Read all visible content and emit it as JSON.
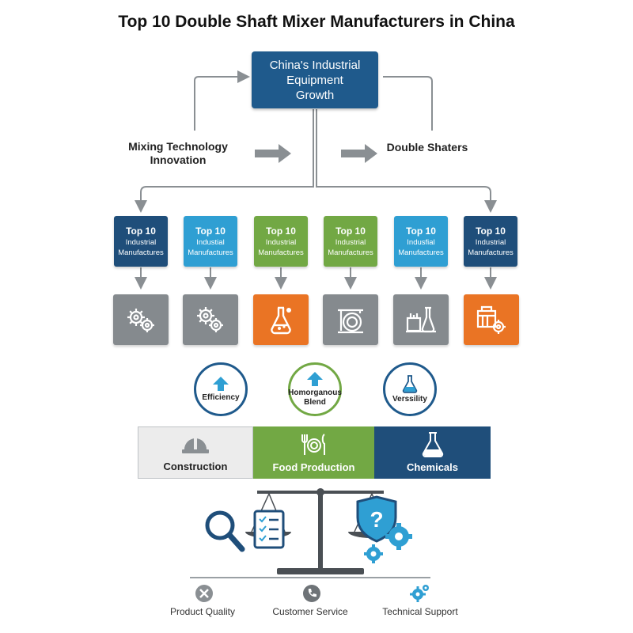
{
  "title": "Top 10 Double Shaft Mixer Manufacturers in China",
  "top_node": {
    "lines": [
      "China's Industrial",
      "Equipment",
      "Growth"
    ]
  },
  "left_label": {
    "lines": [
      "Mixing Technology",
      "Innovation"
    ]
  },
  "right_label": "Double Shaters",
  "categories": [
    {
      "line1": "Top 10",
      "line2": "Industrial",
      "line3": "Manufactures",
      "color": "#1f4e7a",
      "icon": "gears-icon",
      "icon_bg": "#858a8e"
    },
    {
      "line1": "Top 10",
      "line2": "Industial",
      "line3": "Manufactures",
      "color": "#2f9fd3",
      "icon": "gears-icon",
      "icon_bg": "#858a8e"
    },
    {
      "line1": "Top 10",
      "line2": "Industrial",
      "line3": "Manufactures",
      "color": "#72a844",
      "icon": "flask-icon",
      "icon_bg": "#ea7424"
    },
    {
      "line1": "Top 10",
      "line2": "Industrial",
      "line3": "Manufactures",
      "color": "#72a844",
      "icon": "mixer-drum-icon",
      "icon_bg": "#858a8e"
    },
    {
      "line1": "Top 10",
      "line2": "Indusfial",
      "line3": "Manufactures",
      "color": "#2f9fd3",
      "icon": "lab-equipment-icon",
      "icon_bg": "#858a8e"
    },
    {
      "line1": "Top 10",
      "line2": "Industrial",
      "line3": "Manufactures",
      "color": "#1f4e7a",
      "icon": "factory-gear-icon",
      "icon_bg": "#ea7424"
    }
  ],
  "benefits": [
    {
      "label": "Efficiency",
      "icon": "up-arrow-icon"
    },
    {
      "label_lines": [
        "Homorganous",
        "Blend"
      ],
      "icon": "up-arrow-icon"
    },
    {
      "label": "Verssility",
      "icon": "flask-icon"
    }
  ],
  "industries": [
    {
      "label": "Construction",
      "icon": "hard-hat-icon",
      "bg": "#ececec",
      "fg": "#222222"
    },
    {
      "label": "Food Production",
      "icon": "fork-plate-knife-icon",
      "bg": "#72a844",
      "fg": "#ffffff"
    },
    {
      "label": "Chemicals",
      "icon": "flask-icon",
      "bg": "#1f4e7a",
      "fg": "#ffffff"
    }
  ],
  "factors": [
    {
      "label": "Product Quality",
      "icon": "quality-tool-icon"
    },
    {
      "label": "Customer Service",
      "icon": "service-phone-icon"
    },
    {
      "label": "Technical Support",
      "icon": "support-gears-icon"
    }
  ],
  "colors": {
    "navy": "#1f4e7a",
    "blue": "#2f9fd3",
    "green": "#72a844",
    "orange": "#ea7424",
    "gray": "#858a8e"
  }
}
